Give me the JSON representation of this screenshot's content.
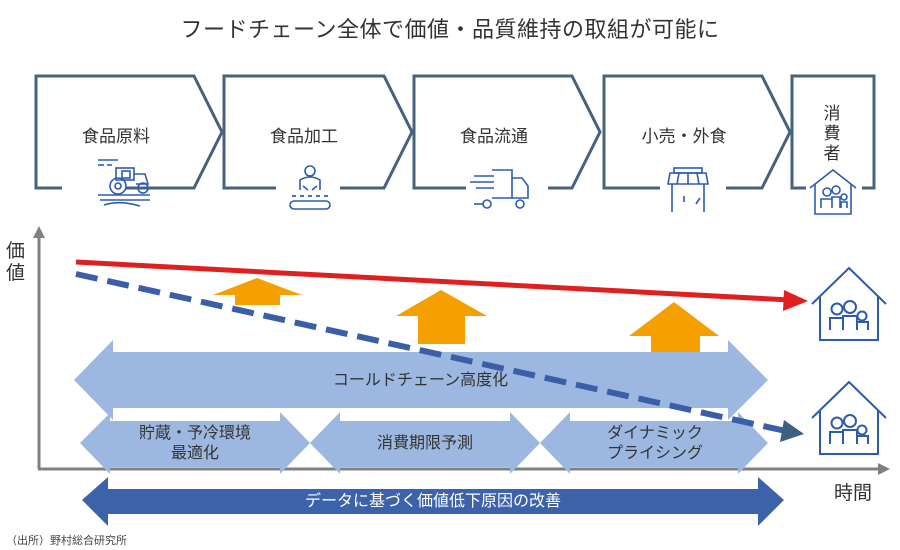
{
  "title": "フードチェーン全体で価値・品質維持の取組が可能に",
  "colors": {
    "stage_border": "#46627e",
    "icon_blue": "#2d5bb0",
    "red_line": "#e02020",
    "blue_dashed": "#3a5fa8",
    "orange_arrow": "#f5a000",
    "light_band": "#9db8e0",
    "dark_band": "#3c62aa",
    "axis": "#808080"
  },
  "stages": [
    {
      "label": "食品原料",
      "icon": "tractor-icon"
    },
    {
      "label": "食品加工",
      "icon": "worker-conveyor-icon"
    },
    {
      "label": "食品流通",
      "icon": "delivery-truck-icon"
    },
    {
      "label": "小売・外食",
      "icon": "storefront-icon"
    },
    {
      "label": "消費者",
      "icon": "family-house-icon"
    }
  ],
  "axes": {
    "y_label": "価値",
    "x_label": "時間"
  },
  "bands": {
    "cold_chain": "コールドチェーン高度化",
    "sub": [
      {
        "line1": "貯蔵・予冷環境",
        "line2": "最適化"
      },
      {
        "line1": "消費期限予測",
        "line2": ""
      },
      {
        "line1": "ダイナミック",
        "line2": "プライシング"
      }
    ],
    "data_improvement": "データに基づく価値低下原因の改善"
  },
  "lines": {
    "improved": {
      "style": "solid",
      "color": "red",
      "start_value": 0.93,
      "end_value": 0.72
    },
    "baseline": {
      "style": "dashed",
      "color": "blue",
      "start_value": 0.85,
      "end_value": 0.08
    }
  },
  "source": "（出所）野村総合研究所"
}
